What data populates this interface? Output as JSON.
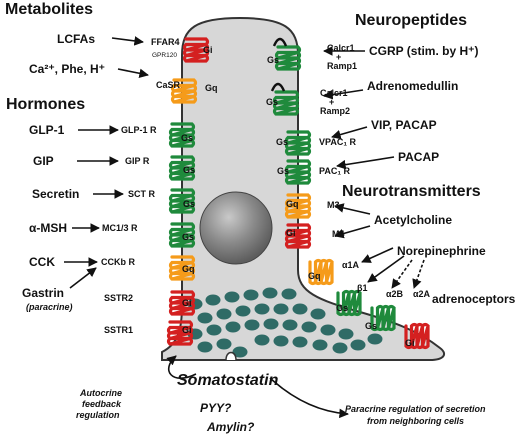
{
  "headings": {
    "metabolites": "Metabolites",
    "hormones": "Hormones",
    "neuropeptides": "Neuropeptides",
    "neurotransmitters": "Neurotransmitters"
  },
  "ligands": {
    "lcfas": "LCFAs",
    "ca_phe_h": "Ca²⁺, Phe, H⁺",
    "glp1": "GLP-1",
    "gip": "GIP",
    "secretin": "Secretin",
    "amsh": "α-MSH",
    "cck": "CCK",
    "gastrin": "Gastrin",
    "paracrine": "(paracrine)",
    "cgrp": "CGRP (stim. by H⁺)",
    "adrenomedullin": "Adrenomedullin",
    "vip_pacap": "VIP, PACAP",
    "pacap": "PACAP",
    "acetylcholine": "Acetylcholine",
    "norepinephrine": "Norepinephrine",
    "adrenoceptors": "adrenoceptors"
  },
  "receptors": {
    "ffar4": "FFAR4",
    "gpr120": "GPR120",
    "casr": "CaSR",
    "glp1r": "GLP-1 R",
    "gipr": "GIP R",
    "sctr": "SCT R",
    "mc13r": "MC1/3 R",
    "cckbr": "CCKb R",
    "sstr2": "SSTR2",
    "sstr1": "SSTR1",
    "calcr1_ramp1_a": "Calcr1",
    "calcr1_ramp1_plus": "+",
    "calcr1_ramp1_b": "Ramp1",
    "calcr1_ramp2_a": "Calcr1",
    "calcr1_ramp2_plus": "+",
    "calcr1_ramp2_b": "Ramp2",
    "vpac1r": "VPAC₁ R",
    "pac1r": "PAC₁ R",
    "m3": "M3",
    "m4": "M4",
    "a1a": "α1A",
    "b1": "β1",
    "a2b": "α2B",
    "a2a": "α2A"
  },
  "gproteins": {
    "ffar4": "Gi",
    "casr": "Gq",
    "glp1r": "Gs",
    "gipr": "Gs",
    "sctr": "Gs",
    "mc13r": "Gs",
    "cckbr": "Gq",
    "sstr2": "Gi",
    "sstr1": "Gi",
    "calcr1_ramp1": "Gs",
    "calcr1_ramp2": "Gs",
    "vpac1r": "Gs",
    "pac1r": "Gs",
    "m3": "Gq",
    "m4": "Gi",
    "a1a": "Gq",
    "b1": "Gs",
    "a2b": "Gs",
    "a2a": "Gi"
  },
  "bottom": {
    "somatostatin": "Somatostatin",
    "autocrine_1": "Autocrine",
    "autocrine_2": "feedback",
    "autocrine_3": "regulation",
    "pyy": "PYY?",
    "amylin": "Amylin?",
    "paracrine_1": "Paracrine regulation of secretion",
    "paracrine_2": "from neighboring cells"
  },
  "colors": {
    "gi": "#d42020",
    "gq": "#f59b1a",
    "gs": "#1f8a3c",
    "cell": "#d7d7d7",
    "granule": "#2f6b66"
  }
}
